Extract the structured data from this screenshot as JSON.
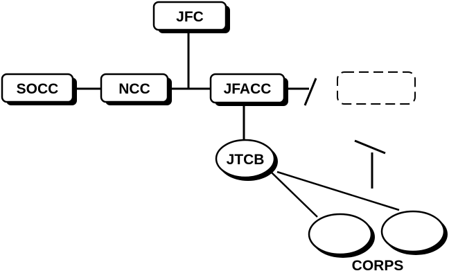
{
  "nodes": {
    "jfc": {
      "label": "JFC"
    },
    "socc": {
      "label": "SOCC"
    },
    "ncc": {
      "label": "NCC"
    },
    "jfacc": {
      "label": "JFACC"
    },
    "jtcb": {
      "label": "JTCB"
    },
    "corps_caption": {
      "label": "CORPS"
    }
  },
  "colors": {
    "stroke": "#000000",
    "fill": "#ffffff"
  }
}
